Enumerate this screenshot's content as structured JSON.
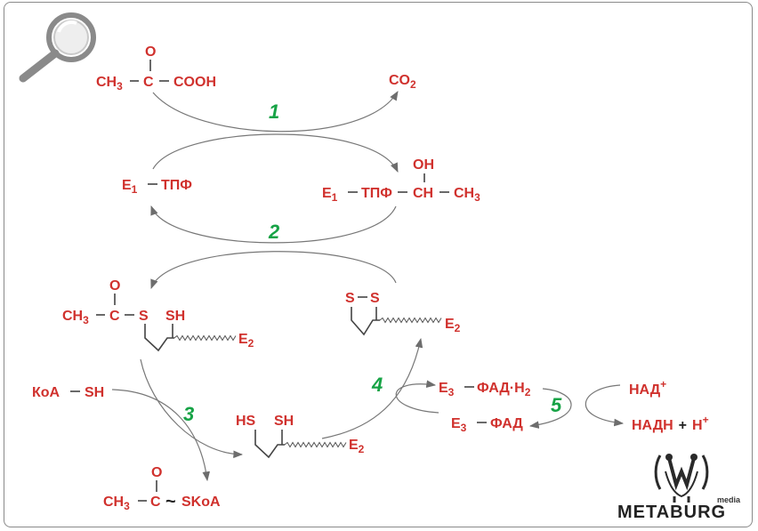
{
  "molecules": {
    "pyruvate": {
      "o": "O",
      "ch3": "CH",
      "ch3_sub": "3",
      "c": "C",
      "cooh": "COOH"
    },
    "co2": {
      "main": "CO",
      "sub": "2"
    },
    "e1_tpf": {
      "e": "E",
      "e_sub": "1",
      "tpf": "ТПФ"
    },
    "hydroxyethyl": {
      "oh": "OH",
      "e": "E",
      "e_sub": "1",
      "tpf": "ТПФ",
      "ch": "CH",
      "ch3": "CH",
      "ch3_sub": "3"
    },
    "acetyl_lipoamide": {
      "o": "O",
      "ch3": "CH",
      "ch3_sub": "3",
      "c": "C",
      "s": "S",
      "sh": "SH",
      "e": "E",
      "e_sub": "2"
    },
    "lipoamide_ox": {
      "s1": "S",
      "s2": "S",
      "e": "E",
      "e_sub": "2"
    },
    "koa_sh": {
      "text": "КоА",
      "sh": "SH"
    },
    "dihydrolipoamide": {
      "hs": "HS",
      "sh": "SH",
      "e": "E",
      "e_sub": "2"
    },
    "acetyl_coa": {
      "o": "O",
      "ch3": "CH",
      "ch3_sub": "3",
      "c": "C",
      "tilde": "~",
      "skoa": "SKoA"
    },
    "e3_fadh2": {
      "e": "E",
      "e_sub": "3",
      "fad": "ФАД·Н",
      "fad_sub": "2"
    },
    "e3_fad": {
      "e": "E",
      "e_sub": "3",
      "fad": "ФАД"
    },
    "nad_plus": {
      "main": "НАД",
      "sup": "+"
    },
    "nadh": {
      "main": "НАДН",
      "plus": "+",
      "h": "Н",
      "sup": "+"
    }
  },
  "steps": [
    "1",
    "2",
    "3",
    "4",
    "5"
  ],
  "logo": {
    "small": "media",
    "name": "METABURG"
  },
  "icons": {
    "magnifier": "magnifier-icon"
  }
}
